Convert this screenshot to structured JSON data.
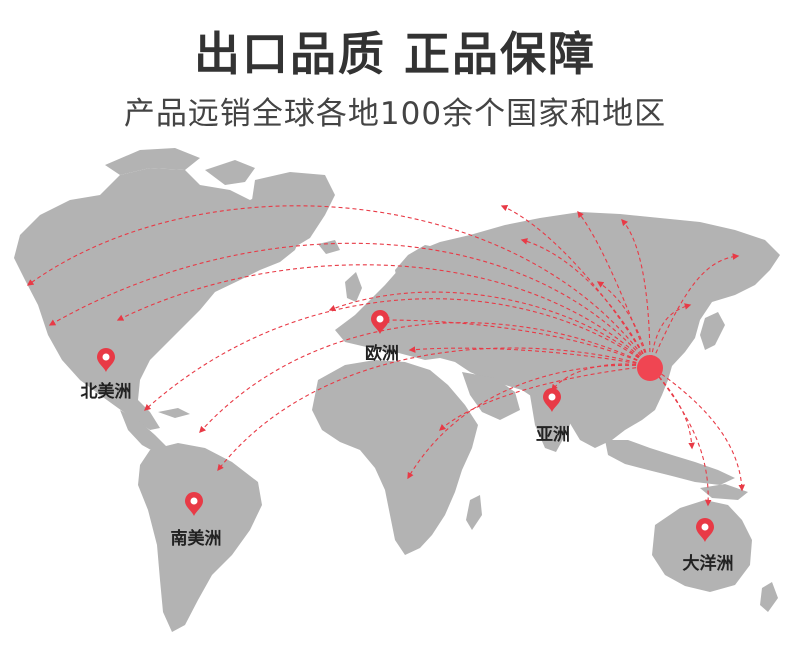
{
  "header": {
    "headline": "出口品质  正品保障",
    "subline": "产品远销全球各地100余个国家和地区"
  },
  "regions": [
    {
      "id": "north-america",
      "label": "北美洲"
    },
    {
      "id": "europe",
      "label": "欧洲"
    },
    {
      "id": "asia",
      "label": "亚洲"
    },
    {
      "id": "south-america",
      "label": "南美洲"
    },
    {
      "id": "oceania",
      "label": "大洋洲"
    }
  ],
  "colors": {
    "accent": "#e83a46",
    "land": "#b3b3b3",
    "text": "#333333"
  },
  "icons": [
    "map-pin-icon",
    "origin-dot-icon"
  ]
}
